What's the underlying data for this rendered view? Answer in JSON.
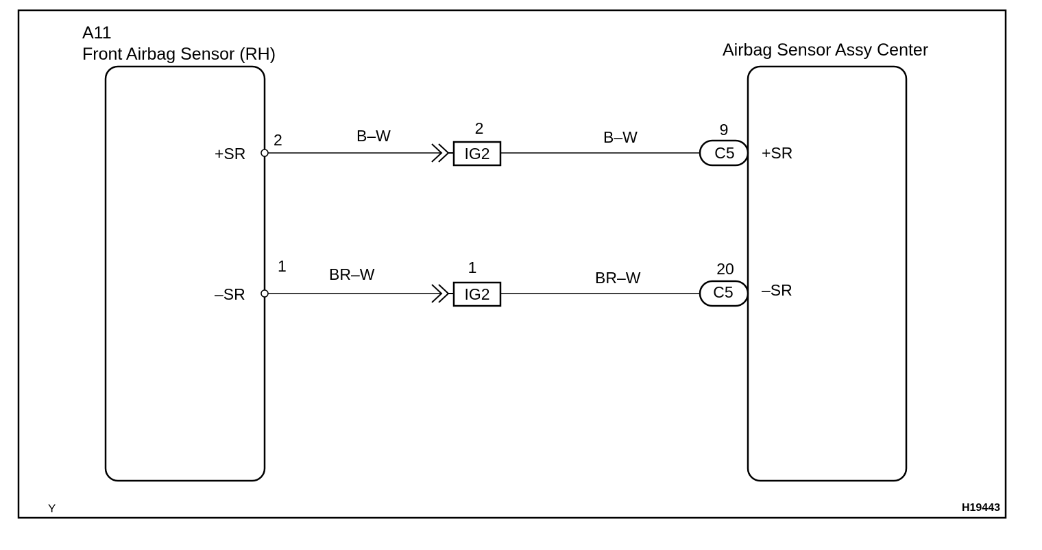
{
  "left_component": {
    "code": "A11",
    "name": "Front Airbag Sensor (RH)"
  },
  "right_component": {
    "name": "Airbag Sensor Assy Center"
  },
  "circuits": [
    {
      "left_terminal_label": "+SR",
      "left_pin": "2",
      "wire_color_left": "B–W",
      "junction_pin": "2",
      "junction_connector": "IG2",
      "wire_color_right": "B–W",
      "right_pin": "9",
      "right_connector": "C5",
      "right_terminal_label": "+SR"
    },
    {
      "left_terminal_label": "–SR",
      "left_pin": "1",
      "wire_color_left": "BR–W",
      "junction_pin": "1",
      "junction_connector": "IG2",
      "wire_color_right": "BR–W",
      "right_pin": "20",
      "right_connector": "C5",
      "right_terminal_label": "–SR"
    }
  ],
  "footer": {
    "left_mark": "Y",
    "figure_id": "H19443"
  }
}
